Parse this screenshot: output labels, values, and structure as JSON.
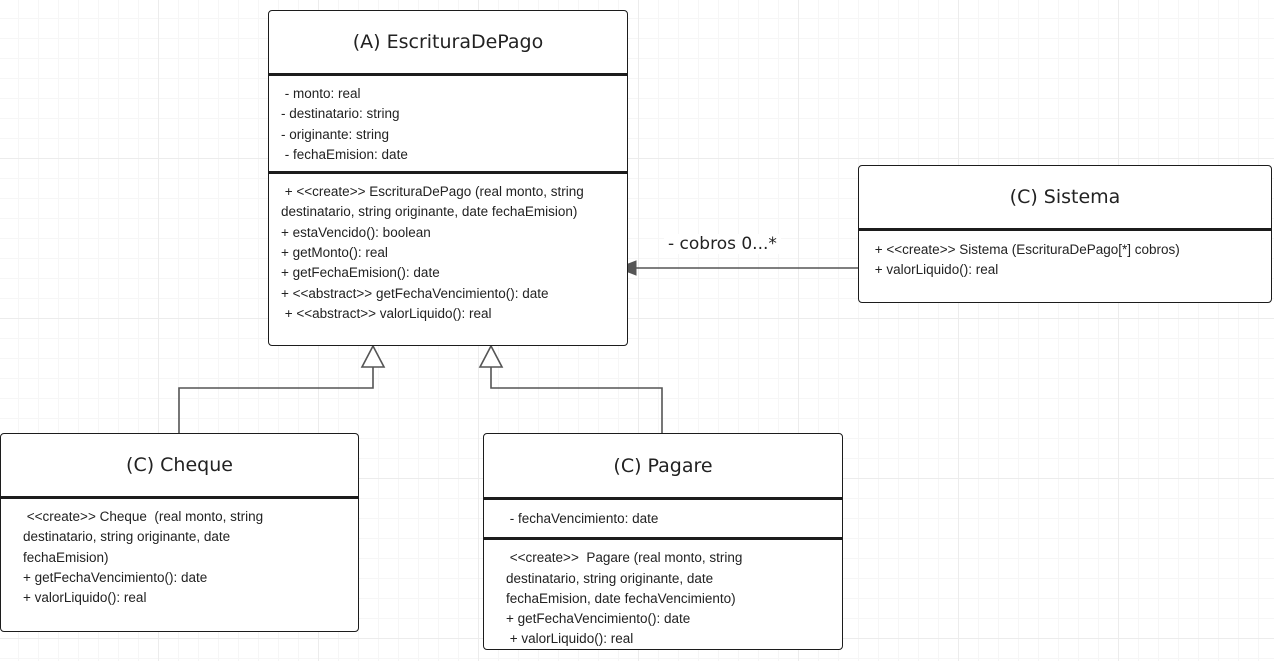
{
  "classes": {
    "escritura": {
      "title": "(A) EscrituraDePago",
      "attributes": [
        " - monto: real",
        "- destinatario: string",
        "- originante: string",
        " - fechaEmision: date"
      ],
      "methods": [
        " + <<create>> EscrituraDePago (real monto, string destinatario, string originante, date fechaEmision)",
        "+ estaVencido(): boolean",
        "+ getMonto(): real",
        "+ getFechaEmision(): date",
        "+ <<abstract>> getFechaVencimiento(): date",
        " + <<abstract>> valorLiquido(): real"
      ]
    },
    "sistema": {
      "title": "(C) Sistema",
      "methods": [
        " + <<create>> Sistema (EscrituraDePago[*] cobros)",
        " + valorLiquido(): real"
      ]
    },
    "cheque": {
      "title": "(C) Cheque",
      "methods": [
        " <<create>> Cheque  (real monto, string destinatario, string originante, date fechaEmision)",
        "+ getFechaVencimiento(): date",
        "+ valorLiquido(): real"
      ]
    },
    "pagare": {
      "title": "(C) Pagare",
      "attributes": [
        " - fechaVencimiento: date"
      ],
      "methods": [
        " <<create>>  Pagare (real monto, string destinatario, string originante, date fechaEmision, date fechaVencimiento)",
        "+ getFechaVencimiento(): date",
        " + valorLiquido(): real"
      ]
    }
  },
  "associations": {
    "cobros_label": "- cobros 0...*"
  },
  "colors": {
    "border": "#1c1c1c",
    "text": "#222222",
    "connector": "#555555",
    "grid": "#ececec"
  }
}
